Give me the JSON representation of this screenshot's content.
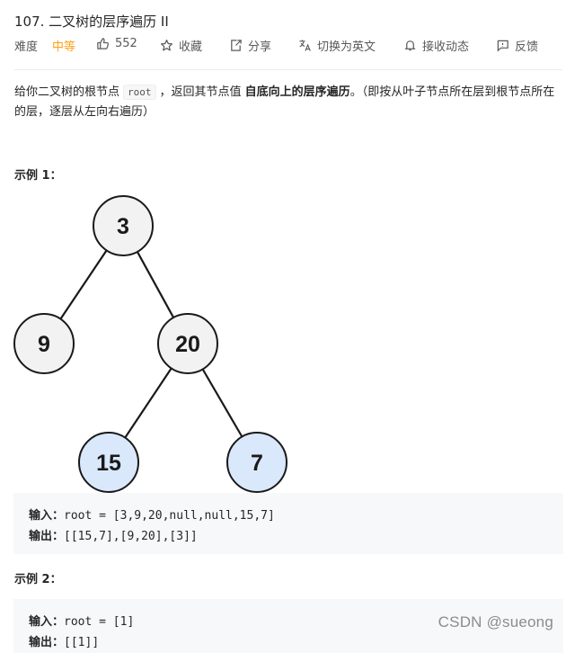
{
  "problem": {
    "title": "107. 二叉树的层序遍历 II",
    "difficulty_label": "难度",
    "difficulty": "中等",
    "likes": "552",
    "actions": [
      "收藏",
      "分享",
      "切换为英文",
      "接收动态",
      "反馈"
    ]
  },
  "description": {
    "part1": "给你二叉树的根节点",
    "code": "root",
    "part2": "，返回其节点值",
    "bold": "自底向上的层序遍历",
    "part3": "。（即按从叶子节点所在层到根节点所在的层，逐层从左向右遍历）"
  },
  "example1": {
    "title": "示例 1：",
    "tree": {
      "nodes": [
        {
          "label": "3",
          "level": 0,
          "fill": "#f2f2f2"
        },
        {
          "label": "9",
          "level": 1,
          "fill": "#f2f2f2"
        },
        {
          "label": "20",
          "level": 1,
          "fill": "#f2f2f2"
        },
        {
          "label": "15",
          "level": 2,
          "fill": "#dae8fc"
        },
        {
          "label": "7",
          "level": 2,
          "fill": "#dae8fc"
        }
      ],
      "edges": [
        [
          0,
          1
        ],
        [
          0,
          2
        ],
        [
          2,
          3
        ],
        [
          2,
          4
        ]
      ]
    },
    "input_label": "输入：",
    "input": "root = [3,9,20,null,null,15,7]",
    "output_label": "输出：",
    "output": "[[15,7],[9,20],[3]]"
  },
  "example2": {
    "title": "示例 2：",
    "input_label": "输入：",
    "input": "root = [1]",
    "output_label": "输出：",
    "output": "[[1]]"
  },
  "watermark": "CSDN @sueong",
  "colors": {
    "accent": "#ffa116",
    "leaf_fill": "#dae8fc",
    "node_fill": "#f2f2f2",
    "code_bg": "#f7f8fa"
  }
}
